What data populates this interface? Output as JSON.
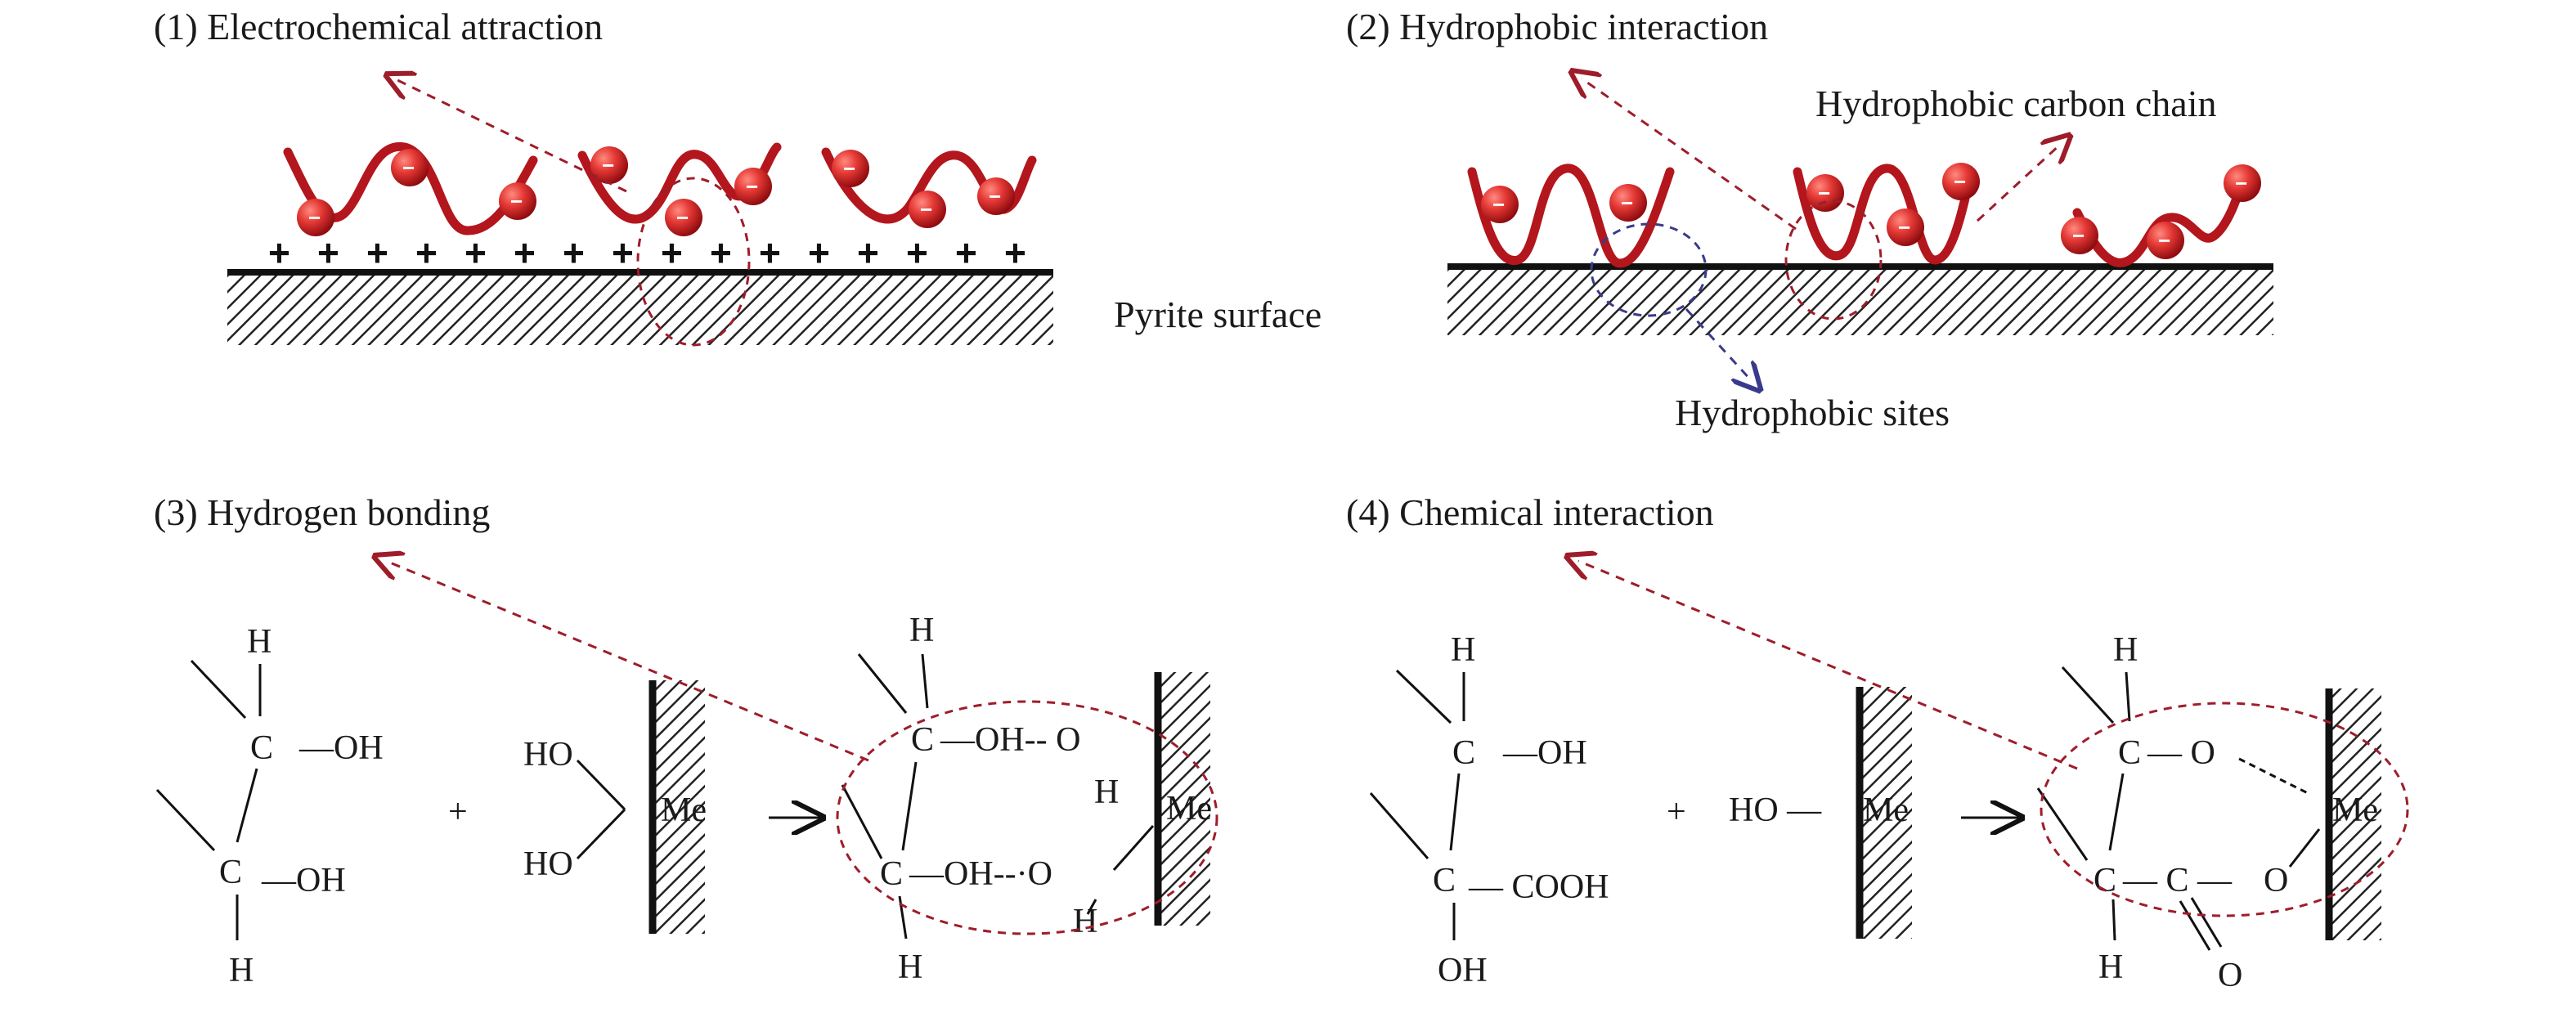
{
  "panels": {
    "p1": {
      "title": "(1) Electrochemical attraction",
      "surface_label": "Pyrite surface",
      "surface_sign": "+",
      "ion_sign": "−"
    },
    "p2": {
      "title": "(2) Hydrophobic interaction",
      "chain_label": "Hydrophobic carbon chain",
      "sites_label": "Hydrophobic sites",
      "ion_sign": "−"
    },
    "p3": {
      "title": "(3) Hydrogen bonding",
      "h": "H",
      "c": "C",
      "oh": "—OH",
      "ho": "HO",
      "me": "Me",
      "plus": "+",
      "oh_dash": "—OH-- O",
      "oh_dash2": "—OH--·O",
      "o": "O"
    },
    "p4": {
      "title": "(4) Chemical interaction",
      "h": "H",
      "c": "C",
      "oh": "—OH",
      "cooh": "— COOH",
      "oh_plain": "OH",
      "ho_me": "HO —",
      "me": "Me",
      "plus": "+",
      "o": "O",
      "o_dash": "— O",
      "c_dash": "— C —",
      "o_bond": "O"
    }
  },
  "colors": {
    "chain": "#b3161c",
    "ion_light": "#f25a5a",
    "ion_dark": "#b50d12",
    "arrow_red": "#9e1d2a",
    "arrow_blue": "#3a3a8c",
    "ink": "#111111"
  }
}
